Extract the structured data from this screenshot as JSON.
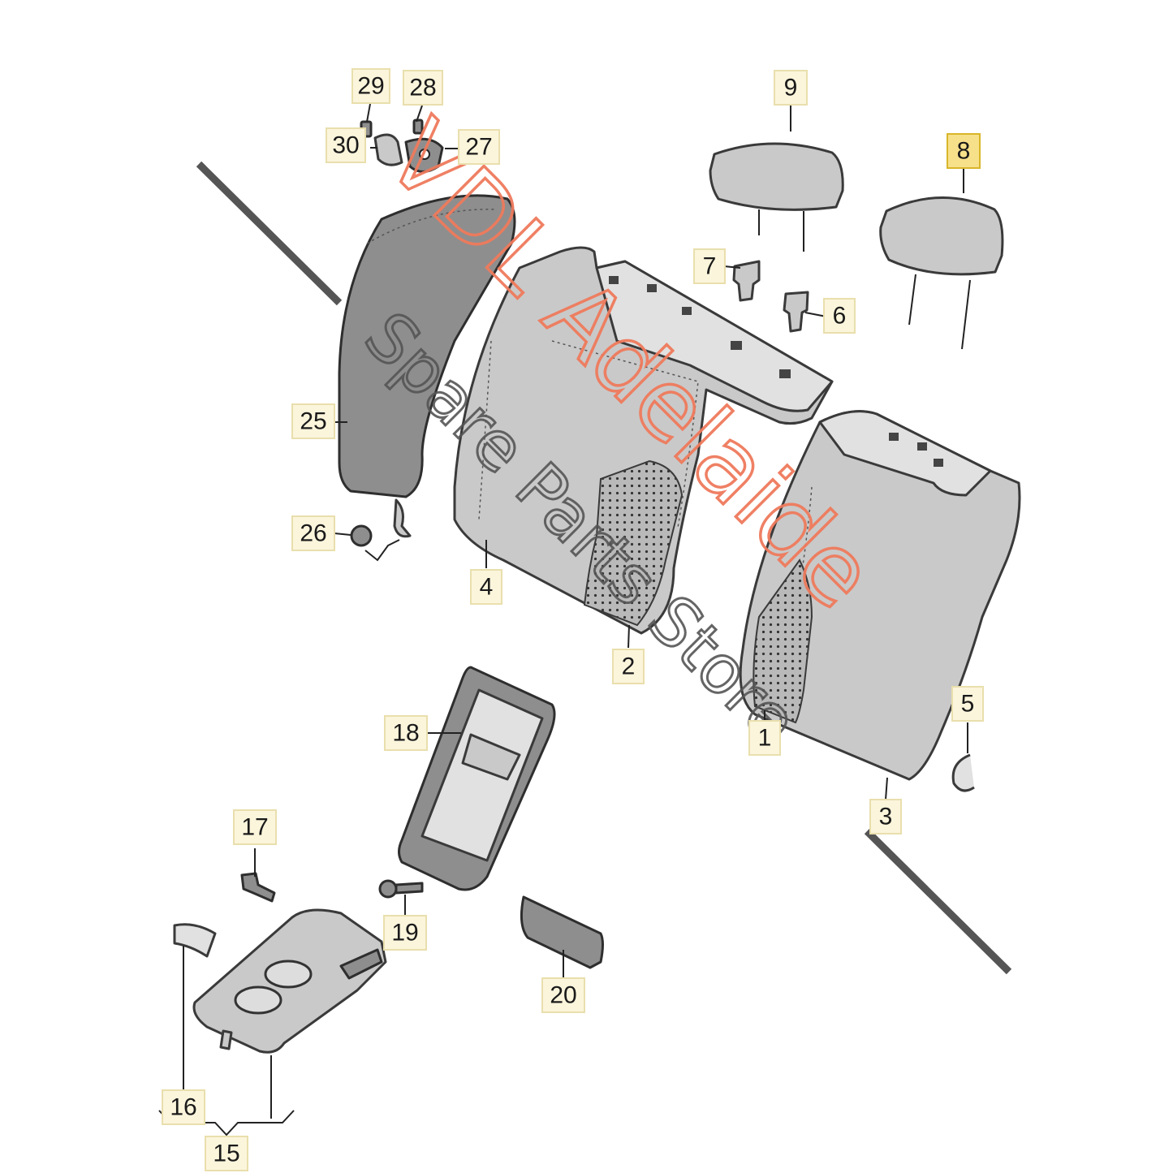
{
  "callouts": [
    {
      "id": "c29",
      "label": "29"
    },
    {
      "id": "c28",
      "label": "28"
    },
    {
      "id": "c30",
      "label": "30"
    },
    {
      "id": "c27",
      "label": "27"
    },
    {
      "id": "c9",
      "label": "9"
    },
    {
      "id": "c8",
      "label": "8",
      "highlighted": true
    },
    {
      "id": "c7",
      "label": "7"
    },
    {
      "id": "c6",
      "label": "6"
    },
    {
      "id": "c25",
      "label": "25"
    },
    {
      "id": "c26",
      "label": "26"
    },
    {
      "id": "c4",
      "label": "4"
    },
    {
      "id": "c2",
      "label": "2"
    },
    {
      "id": "c1",
      "label": "1"
    },
    {
      "id": "c5",
      "label": "5"
    },
    {
      "id": "c3",
      "label": "3"
    },
    {
      "id": "c18",
      "label": "18"
    },
    {
      "id": "c17",
      "label": "17"
    },
    {
      "id": "c19",
      "label": "19"
    },
    {
      "id": "c20",
      "label": "20"
    },
    {
      "id": "c16",
      "label": "16"
    },
    {
      "id": "c15",
      "label": "15"
    }
  ],
  "watermark": {
    "brand": "VDL Adelaide",
    "store": "Spare Parts Store"
  },
  "colors": {
    "highlight_fill": "#f7e08a",
    "callout_fill": "#fbf5dc",
    "watermark_brand": "#ef7a5c",
    "watermark_store": "#555555"
  }
}
